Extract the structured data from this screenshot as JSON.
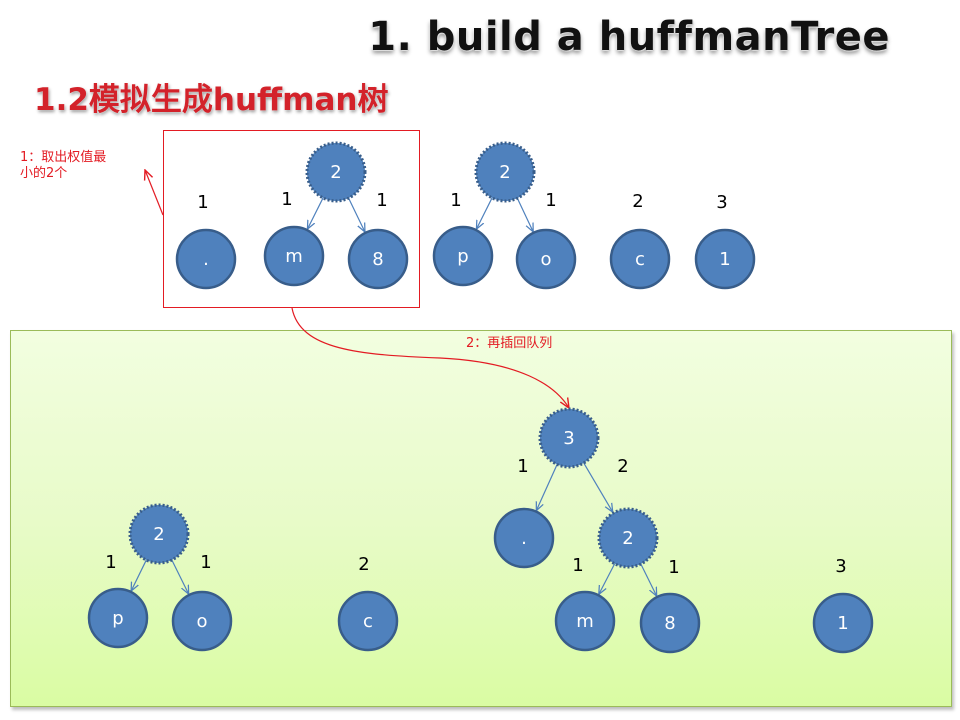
{
  "slide": {
    "title": "1. build a huffmanTree",
    "subtitle": "1.2模拟生成huffman树",
    "colors": {
      "node_fill": "#4f81bd",
      "node_stroke": "#385d8a",
      "edge": "#4f81bd",
      "annotation": "#e31b23",
      "panel_border": "#9bbb59"
    }
  },
  "annotations": {
    "step1_line1": "1：取出权值最",
    "step1_line2": "小的2个",
    "step2": "2：再插回队列"
  },
  "before_queue": {
    "nodes": [
      {
        "id": "b_dot",
        "label": ".",
        "weight": "1",
        "kind": "leaf"
      },
      {
        "id": "b_m2",
        "label": "2",
        "weight": "",
        "kind": "internal"
      },
      {
        "id": "b_m",
        "label": "m",
        "weight": "1",
        "kind": "leaf"
      },
      {
        "id": "b_8",
        "label": "8",
        "weight": "1",
        "kind": "leaf"
      },
      {
        "id": "b_p2",
        "label": "2",
        "weight": "",
        "kind": "internal"
      },
      {
        "id": "b_p",
        "label": "p",
        "weight": "1",
        "kind": "leaf"
      },
      {
        "id": "b_o",
        "label": "o",
        "weight": "1",
        "kind": "leaf"
      },
      {
        "id": "b_c",
        "label": "c",
        "weight": "2",
        "kind": "leaf"
      },
      {
        "id": "b_1",
        "label": "1",
        "weight": "3",
        "kind": "leaf"
      }
    ],
    "edges": [
      {
        "from": "b_m2",
        "to": "b_m"
      },
      {
        "from": "b_m2",
        "to": "b_8"
      },
      {
        "from": "b_p2",
        "to": "b_p"
      },
      {
        "from": "b_p2",
        "to": "b_o"
      }
    ]
  },
  "after_queue": {
    "nodes": [
      {
        "id": "a_p2",
        "label": "2",
        "weight": "",
        "kind": "internal"
      },
      {
        "id": "a_p",
        "label": "p",
        "weight": "1",
        "kind": "leaf"
      },
      {
        "id": "a_o",
        "label": "o",
        "weight": "1",
        "kind": "leaf"
      },
      {
        "id": "a_c",
        "label": "c",
        "weight": "2",
        "kind": "leaf"
      },
      {
        "id": "a_3",
        "label": "3",
        "weight": "",
        "kind": "internal"
      },
      {
        "id": "a_dot",
        "label": ".",
        "weight": "1",
        "kind": "leaf"
      },
      {
        "id": "a_m2",
        "label": "2",
        "weight": "2",
        "kind": "internal"
      },
      {
        "id": "a_m",
        "label": "m",
        "weight": "1",
        "kind": "leaf"
      },
      {
        "id": "a_8",
        "label": "8",
        "weight": "1",
        "kind": "leaf"
      },
      {
        "id": "a_1",
        "label": "1",
        "weight": "3",
        "kind": "leaf"
      }
    ],
    "edges": [
      {
        "from": "a_p2",
        "to": "a_p"
      },
      {
        "from": "a_p2",
        "to": "a_o"
      },
      {
        "from": "a_3",
        "to": "a_dot"
      },
      {
        "from": "a_3",
        "to": "a_m2"
      },
      {
        "from": "a_m2",
        "to": "a_m"
      },
      {
        "from": "a_m2",
        "to": "a_8"
      }
    ]
  }
}
